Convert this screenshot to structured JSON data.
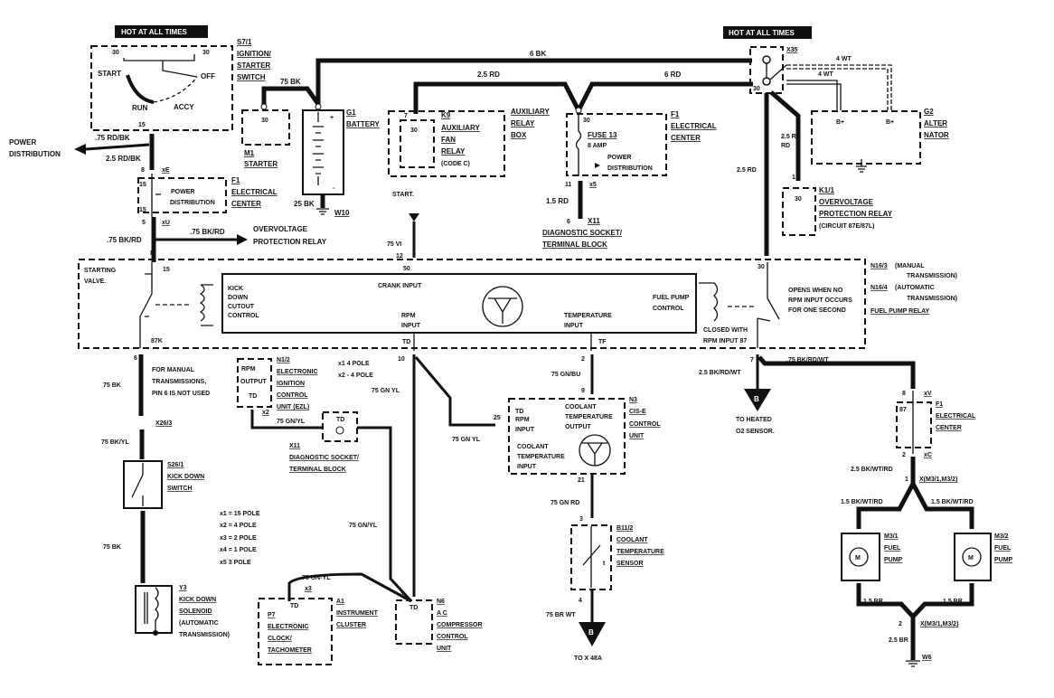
{
  "hot_left": "HOT AT ALL TIMES",
  "hot_right": "HOT AT ALL TIMES",
  "ign": {
    "id": "S7/1",
    "l1": "IGNITION/",
    "l2": "STARTER",
    "l3": "SWITCH",
    "p30a": "30",
    "p30b": "30",
    "start": "START",
    "off": "OFF",
    "run": "RUN",
    "accy": "ACCY",
    "p15": "15"
  },
  "power_dist": {
    "l1": "POWER",
    "l2": "DISTRIBUTION",
    "w1": ".75 RD/BK",
    "w2": "2.5 RD/BK"
  },
  "f1_left": {
    "id": "F1",
    "l1": "ELECTRICAL",
    "l2": "CENTER",
    "conn_e": "xE",
    "conn_u": "xU",
    "p8": "8",
    "p5": "5",
    "p15a": "15",
    "p15b": "15",
    "inner1": "POWER",
    "inner2": "DISTRIBUTION"
  },
  "ovp_arrow": {
    "w1": ".75 BK/RD",
    "w2": ".75 BK/RD",
    "l1": "OVERVOLTAGE",
    "l2": "PROTECTION RELAY"
  },
  "starter": {
    "wire": "75 BK",
    "p30": "30",
    "id": "M1",
    "l1": "STARTER"
  },
  "battery": {
    "id": "G1",
    "l1": "BATTERY",
    "wire": "25 BK",
    "ground": "W10"
  },
  "top_wires": {
    "w6bk": "6 BK",
    "w25rd": "2.5 RD",
    "w6rd": "6 RD"
  },
  "aux_relay": {
    "p7": "7",
    "p30": "30",
    "id": "K9",
    "l1": "AUXILIARY",
    "l2": "FAN",
    "l3": "RELAY",
    "l4": "(CODE C)",
    "box1": "AUXILIARY",
    "box2": "RELAY",
    "box3": "BOX"
  },
  "f1_mid": {
    "p30": "30",
    "fuse": "FUSE 13",
    "amp": "8 AMP",
    "pd1": "POWER",
    "pd2": "DISTRIBUTION",
    "id": "F1",
    "l1": "ELECTRICAL",
    "l2": "CENTER",
    "p11": "11",
    "conn": "x5",
    "wire": "1.5 RD",
    "p6": "6",
    "x11": "X11",
    "diag1": "DIAGNOSTIC SOCKET/",
    "diag2": "TERMINAL BLOCK"
  },
  "start_sig": {
    "label": "START.",
    "wire": "75 VI",
    "p12": "12",
    "p50": "50"
  },
  "x35": {
    "id": "X35",
    "p30": "30",
    "w1": "4 WT",
    "w2": "4 WT",
    "w3": "2.5 RD",
    "w3b": "RD",
    "w4": "2.5 RD"
  },
  "alternator": {
    "bplus1": "B+",
    "bplus2": "B+",
    "id": "G2",
    "l1": "ALTER",
    "l2": "NATOR"
  },
  "k11": {
    "p1": "1",
    "p30": "30",
    "id": "K1/1",
    "l1": "OVERVOLTAGE",
    "l2": "PROTECTION RELAY",
    "l3": "(CIRCUIT 87E/87L)"
  },
  "relay_module": {
    "p8": "8",
    "p15": "15",
    "p87k": "87K",
    "p30": "30",
    "starting1": "STARTING",
    "starting2": "VALVE.",
    "kd1": "KICK",
    "kd2": "DOWN",
    "kd3": "CUTOUT",
    "kd4": "CONTROL",
    "crank": "CRANK INPUT",
    "rpm1": "RPM",
    "rpm2": "INPUT",
    "temp1": "TEMPERATURE",
    "temp2": "INPUT",
    "fp1": "FUEL PUMP",
    "fp2": "CONTROL",
    "opens1": "OPENS WHEN NO",
    "opens2": "RPM INPUT OCCURS",
    "opens3": "FOR ONE SECOND",
    "closed1": "CLOSED WITH",
    "closed2": "RPM INPUT 87",
    "pTD": "TD",
    "pTF": "TF",
    "p10": "10",
    "p2": "2",
    "p7": "7",
    "p6": "6",
    "n163": "N16/3",
    "n163t1": "(MANUAL",
    "n163t2": "TRANSMISSION)",
    "n164": "N16/4",
    "n164t1": "(AUTOMATIC",
    "n164t2": "TRANSMISSION)",
    "fpr": "FUEL PUMP RELAY"
  },
  "kickdown": {
    "wire1": "75 BK",
    "note1": "FOR MANUAL",
    "note2": "TRANSMISSIONS,",
    "note3": "PIN 6 IS NOT USED",
    "conn": "X26/3",
    "wire2": "75 BK/YL",
    "sw_id": "S26/1",
    "sw1": "KICK DOWN",
    "sw2": "SWITCH",
    "wire3": "75 BK",
    "sol_id": "Y3",
    "sol1": "KICK DOWN",
    "sol2": "SOLENOID",
    "sol3": "(AUTOMATIC",
    "sol4": "TRANSMISSION)"
  },
  "ezl": {
    "rpm": "RPM",
    "out": "OUTPUT",
    "td": "TD",
    "id": "N1/2",
    "l1": "ELECTRONIC",
    "l2": "IGNITION",
    "l3": "CONTROL",
    "l4": "UNIT (EZL)",
    "x1": "x1  4 POLE",
    "x2": "x2 - 4 POLE",
    "conn": "x2",
    "wire": "75 GN/YL",
    "wire2": "75 GN YL"
  },
  "x11_low": {
    "td": "TD",
    "id": "X11",
    "l1": "DIAGNOSTIC SOCKET/",
    "l2": "TERMINAL BLOCK"
  },
  "poles": [
    "x1 = 15 POLE",
    "x2 = 4 POLE",
    "x3 = 2 POLE",
    "x4 = 1 POLE",
    "x5   3 POLE"
  ],
  "cluster": {
    "wire_v": "75 GN/YL",
    "wire": "75 GN-YL",
    "conn": "x3",
    "td": "TD",
    "p7": "P7",
    "l1": "ELECTRONIC",
    "l2": "CLOCK/",
    "l3": "TACHOMETER",
    "id": "A1",
    "c1": "INSTRUMENT",
    "c2": "CLUSTER"
  },
  "ac": {
    "p2": "2",
    "td": "TD",
    "id": "N6",
    "l1": "A C",
    "l2": "COMPRESSOR",
    "l3": "CONTROL",
    "l4": "UNIT"
  },
  "cise": {
    "wire_in": "75 GN/BU",
    "p9": "9",
    "p25": "25",
    "wire_rpm": "75 GN YL",
    "td": "TD",
    "rpm1": "RPM",
    "rpm2": "INPUT",
    "co1": "COOLANT",
    "co2": "TEMPERATURE",
    "co3": "OUTPUT",
    "ci1": "COOLANT",
    "ci2": "TEMPERATURE",
    "ci3": "INPUT",
    "id": "N3",
    "l1": "CIS-E",
    "l2": "CONTROL",
    "l3": "UNIT",
    "p21": "21",
    "wire_out": "75 GN RD"
  },
  "sensor": {
    "p3": "3",
    "p4": "4",
    "id": "B11/2",
    "l1": "COOLANT",
    "l2": "TEMPERATURE",
    "l3": "SENSOR",
    "t": "t",
    "wire": "75 BR WT",
    "tri": "B",
    "to": "TO X 48A"
  },
  "o2": {
    "wire": "2.5 BK/RD/WT",
    "tri": "B",
    "l1": "TO HEATED",
    "l2": "O2 SENSOR.",
    "wire_r": ".75 BK/RD/WT"
  },
  "f1_right": {
    "p8": "8",
    "p87": "87",
    "p2": "2",
    "conn_v": "xV",
    "conn_c": "xC",
    "id": "F1",
    "l1": "ELECTRICAL",
    "l2": "CENTER"
  },
  "pumps": {
    "wire_in": "2.5 BK/WT/RD",
    "p1": "1",
    "conn1": "X(M3/1,M3/2)",
    "wl": "1.5 BK/WT/RD",
    "wr": "1.5 BK/WT/RD",
    "m31": "M3/1",
    "m32": "M3/2",
    "fuel": "FUEL",
    "pump": "PUMP",
    "motor": "M",
    "bl": "1.5 BR",
    "br": "1.5 BR",
    "p2": "2",
    "conn2": "X(M3/1,M3/2)",
    "wire_out": "2.5 BR",
    "ground": "W6"
  }
}
